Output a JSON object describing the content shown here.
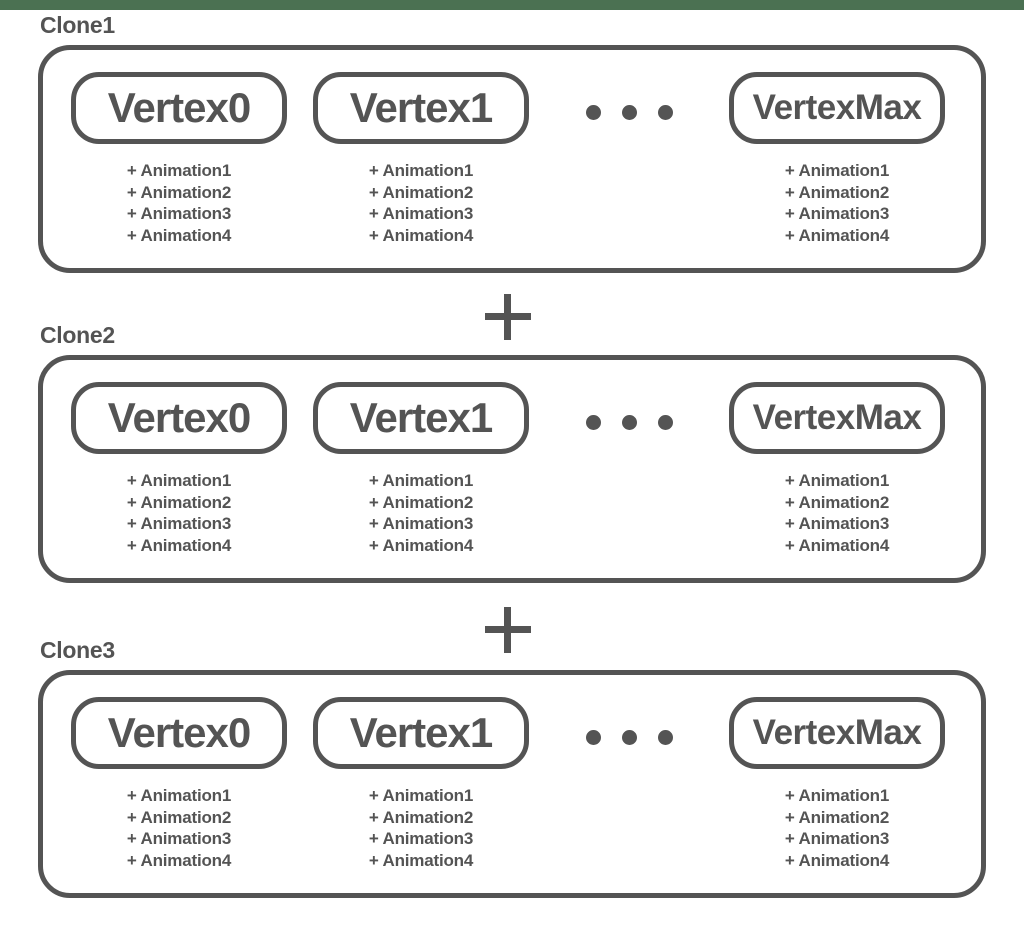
{
  "colors": {
    "accent-green": "#4b7152",
    "line-gray": "#545454"
  },
  "operators": {
    "plus": "+",
    "ellipsis": "• • •"
  },
  "clones": [
    {
      "label": "Clone1",
      "vertices": [
        {
          "label": "Vertex0",
          "animations": [
            "+ Animation1",
            "+ Animation2",
            "+ Animation3",
            "+ Animation4"
          ]
        },
        {
          "label": "Vertex1",
          "animations": [
            "+ Animation1",
            "+ Animation2",
            "+ Animation3",
            "+ Animation4"
          ]
        },
        {
          "label": "VertexMax",
          "animations": [
            "+ Animation1",
            "+ Animation2",
            "+ Animation3",
            "+ Animation4"
          ]
        }
      ]
    },
    {
      "label": "Clone2",
      "vertices": [
        {
          "label": "Vertex0",
          "animations": [
            "+ Animation1",
            "+ Animation2",
            "+ Animation3",
            "+ Animation4"
          ]
        },
        {
          "label": "Vertex1",
          "animations": [
            "+ Animation1",
            "+ Animation2",
            "+ Animation3",
            "+ Animation4"
          ]
        },
        {
          "label": "VertexMax",
          "animations": [
            "+ Animation1",
            "+ Animation2",
            "+ Animation3",
            "+ Animation4"
          ]
        }
      ]
    },
    {
      "label": "Clone3",
      "vertices": [
        {
          "label": "Vertex0",
          "animations": [
            "+ Animation1",
            "+ Animation2",
            "+ Animation3",
            "+ Animation4"
          ]
        },
        {
          "label": "Vertex1",
          "animations": [
            "+ Animation1",
            "+ Animation2",
            "+ Animation3",
            "+ Animation4"
          ]
        },
        {
          "label": "VertexMax",
          "animations": [
            "+ Animation1",
            "+ Animation2",
            "+ Animation3",
            "+ Animation4"
          ]
        }
      ]
    }
  ]
}
